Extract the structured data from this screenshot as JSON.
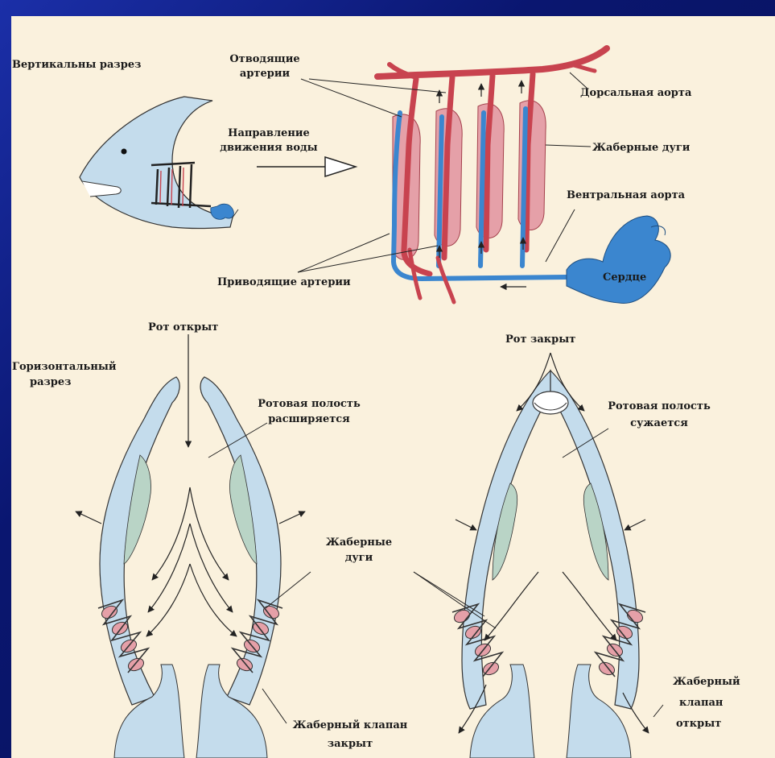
{
  "diagram": {
    "labels": {
      "vertical_section": "Вертикальны разрез",
      "efferent_arteries_1": "Отводящие",
      "efferent_arteries_2": "артерии",
      "water_direction_1": "Направление",
      "water_direction_2": "движения воды",
      "dorsal_aorta": "Дорсальная аорта",
      "gill_arches_top": "Жаберные дуги",
      "ventral_aorta": "Вентральная аорта",
      "heart": "Сердце",
      "afferent_arteries": "Приводящие артерии",
      "mouth_open": "Рот открыт",
      "horizontal_section_1": "Горизонтальный",
      "horizontal_section_2": "разрез",
      "cavity_expands_1": "Ротовая полость",
      "cavity_expands_2": "расширяется",
      "gill_arches_bottom_1": "Жаберные",
      "gill_arches_bottom_2": "дуги",
      "gill_valve_closed_1": "Жаберный клапан",
      "gill_valve_closed_2": "закрыт",
      "mouth_closed": "Рот закрыт",
      "cavity_narrows_1": "Ротовая полость",
      "cavity_narrows_2": "сужается",
      "gill_valve_open_1": "Жаберный",
      "gill_valve_open_2": "клапан",
      "gill_valve_open_3": "открыт"
    },
    "colors": {
      "artery_red": "#c8434f",
      "gill_pink": "#e5a0a8",
      "vein_blue": "#3b86cf",
      "body_light_blue": "#c4dcec",
      "body_green": "#b9d4c6",
      "outline": "#2a2a2a"
    }
  }
}
